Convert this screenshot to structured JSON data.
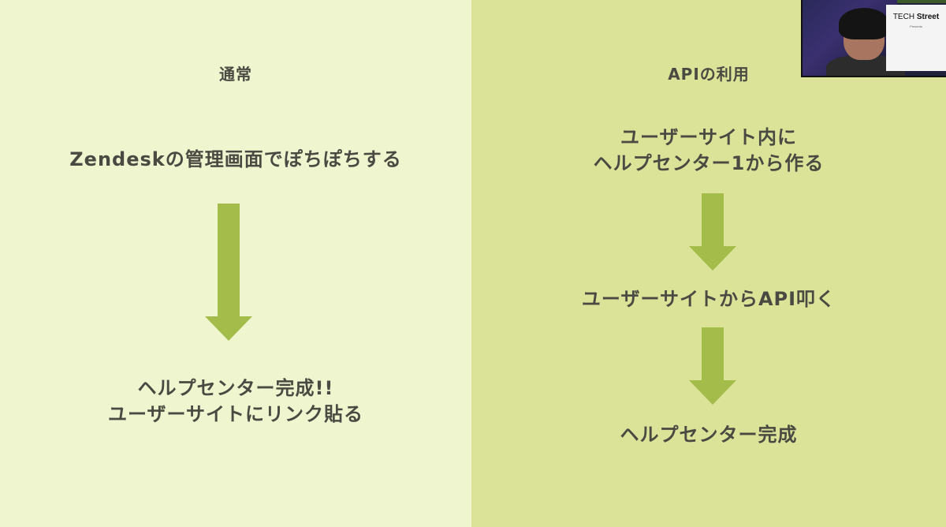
{
  "left": {
    "heading": "通常",
    "step1": "Zendeskの管理画面でぽちぽちする",
    "result_line1": "ヘルプセンター完成!!",
    "result_line2": "ユーザーサイトにリンク貼る"
  },
  "right": {
    "heading": "APIの利用",
    "step1_line1": "ユーザーサイト内に",
    "step1_line2": "ヘルプセンター1から作る",
    "step2": "ユーザーサイトからAPI叩く",
    "step3": "ヘルプセンター完成"
  },
  "webcam": {
    "banner_title_a": "TECH ",
    "banner_title_b": "Street",
    "banner_subtitle": "Presents"
  },
  "colors": {
    "left_bg": "#eff5cf",
    "right_bg": "#dae397",
    "arrow": "#a4bd4a",
    "text": "#4a4a42"
  },
  "icons": [
    "arrow-down-icon"
  ]
}
